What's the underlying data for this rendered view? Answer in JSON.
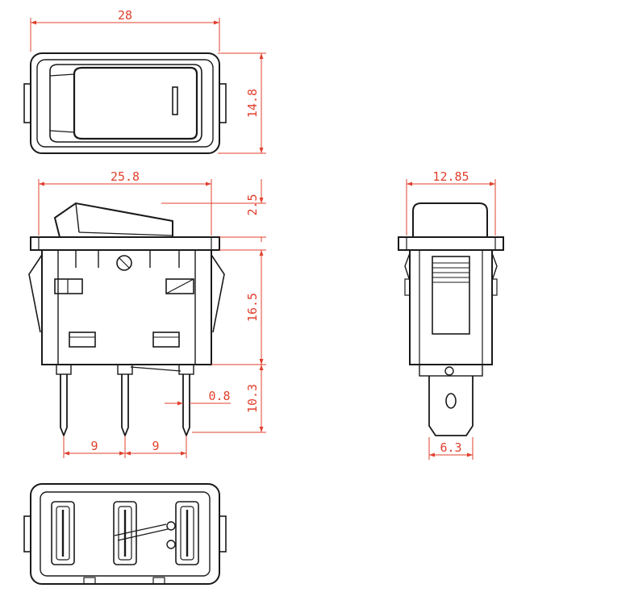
{
  "drawing": {
    "colors": {
      "outline": "#1a1a1a",
      "dimension": "#e0402e",
      "background": "#ffffff"
    },
    "views": {
      "top": {
        "dimensions": {
          "width": "28",
          "height": "14.8"
        }
      },
      "front": {
        "dimensions": {
          "width": "25.8",
          "rocker_height": "2.5",
          "body_height": "16.5",
          "pin_length": "10.3",
          "pin_thickness": "0.8",
          "pin_spacing_left": "9",
          "pin_spacing_right": "9"
        }
      },
      "side": {
        "dimensions": {
          "width": "12.85",
          "terminal_width": "6.3"
        }
      },
      "bottom": {
        "dimensions": {}
      }
    }
  }
}
